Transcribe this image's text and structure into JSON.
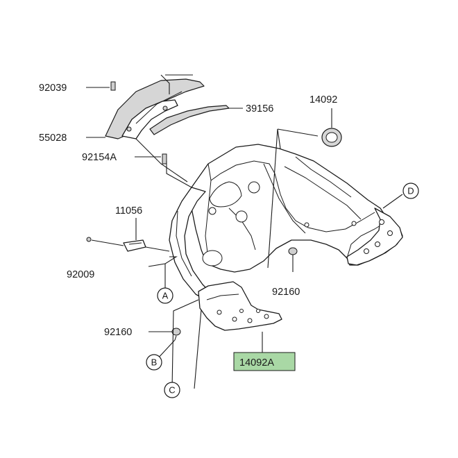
{
  "diagram": {
    "part_numbers": {
      "p92039": "92039",
      "p39156": "39156",
      "p14092": "14092",
      "p55028": "55028",
      "p92154A": "92154A",
      "p11056": "11056",
      "p92009": "92009",
      "p92160_right": "92160",
      "p92160_left": "92160",
      "p14092A": "14092A"
    },
    "highlighted_part": "14092A",
    "reference_markers": {
      "A": "A",
      "B": "B",
      "C": "C",
      "D": "D"
    },
    "colors": {
      "highlight": "#a9d8a5",
      "ink": "#1a1a1a",
      "background": "#ffffff"
    }
  }
}
